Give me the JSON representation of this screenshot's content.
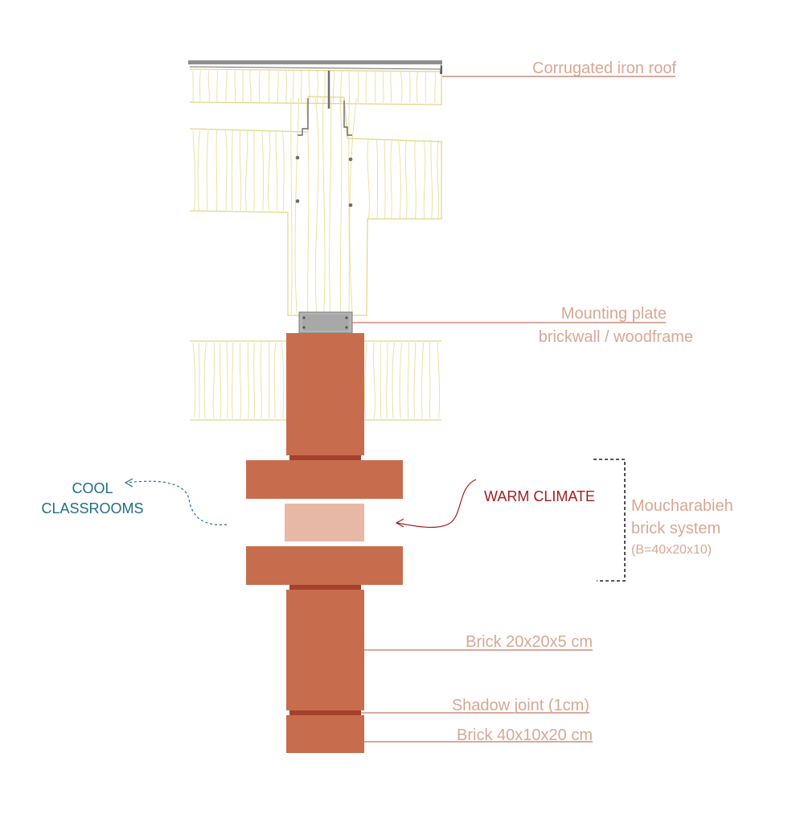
{
  "labels": {
    "roof": "Corrugated iron roof",
    "mounting_line1": "Mounting plate",
    "mounting_line2": "brickwall / woodframe",
    "mouch_line1": "Moucharabieh",
    "mouch_line2": "brick system",
    "mouch_line3": "(B=40x20x10)",
    "brick_small": "Brick 20x20x5 cm",
    "shadow_joint": "Shadow joint (1cm)",
    "brick_large": "Brick 40x10x20 cm",
    "warm_climate": "WARM CLIMATE",
    "cool_line1": "COOL",
    "cool_line2": "CLASSROOMS"
  },
  "colors": {
    "brick": "#c76d4d",
    "brick_dark": "#a4412c",
    "brick_light": "#e7b8a5",
    "wood_line": "#e8df9a",
    "leader": "#b3543e",
    "label_text": "#d8a894",
    "warm_text": "#a51d20",
    "cool_text": "#1f6f86",
    "steel": "#8e8e8e"
  }
}
